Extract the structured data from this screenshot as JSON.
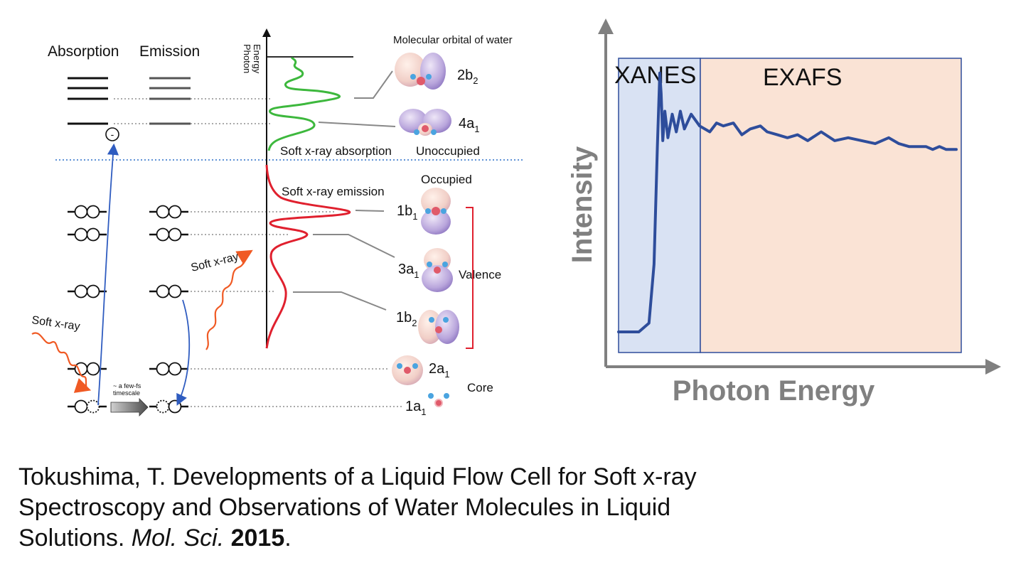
{
  "diagram": {
    "headers": {
      "absorption": "Absorption",
      "emission": "Emission"
    },
    "axis_label_line1": "Photon",
    "axis_label_line2": "Energy",
    "mo_title": "Molecular orbital of water",
    "spectra": {
      "absorption": "Soft x-ray absorption",
      "emission": "Soft x-ray emission"
    },
    "regions": {
      "unoccupied": "Unoccupied",
      "occupied": "Occupied",
      "valence": "Valence",
      "core": "Core"
    },
    "orbitals": [
      {
        "name": "2b",
        "sub": "2"
      },
      {
        "name": "4a",
        "sub": "1"
      },
      {
        "name": "1b",
        "sub": "1"
      },
      {
        "name": "3a",
        "sub": "1"
      },
      {
        "name": "1b",
        "sub": "2"
      },
      {
        "name": "2a",
        "sub": "1"
      },
      {
        "name": "1a",
        "sub": "1"
      }
    ],
    "xray_left": "Soft x-ray",
    "xray_mid": "Soft x-ray",
    "timescale_line1": "~ a few-fs",
    "timescale_line2": "timescale",
    "electron_symbol": "-",
    "colors": {
      "absorption": "#3db83d",
      "emission": "#e0202e",
      "arrow": "#2f5cc0",
      "xray": "#f05a24",
      "fermi": "#2a6fc8"
    }
  },
  "chart_data": {
    "type": "line",
    "xlabel": "Photon Energy",
    "ylabel": "Intensity",
    "regions": [
      {
        "label": "XANES",
        "color": "#d9e2f3"
      },
      {
        "label": "EXAFS",
        "color": "#fae3d5"
      }
    ],
    "line_color": "#2e4d9b",
    "axis_color": "#808080",
    "series": [
      {
        "values": [
          [
            0,
            0.07
          ],
          [
            0.06,
            0.07
          ],
          [
            0.09,
            0.1
          ],
          [
            0.105,
            0.3
          ],
          [
            0.115,
            0.7
          ],
          [
            0.122,
            0.95
          ],
          [
            0.126,
            0.88
          ],
          [
            0.131,
            0.72
          ],
          [
            0.137,
            0.82
          ],
          [
            0.146,
            0.73
          ],
          [
            0.159,
            0.81
          ],
          [
            0.171,
            0.75
          ],
          [
            0.183,
            0.82
          ],
          [
            0.195,
            0.76
          ],
          [
            0.215,
            0.81
          ],
          [
            0.24,
            0.77
          ],
          [
            0.27,
            0.75
          ],
          [
            0.29,
            0.78
          ],
          [
            0.31,
            0.77
          ],
          [
            0.34,
            0.78
          ],
          [
            0.365,
            0.74
          ],
          [
            0.39,
            0.76
          ],
          [
            0.42,
            0.77
          ],
          [
            0.44,
            0.75
          ],
          [
            0.47,
            0.74
          ],
          [
            0.5,
            0.73
          ],
          [
            0.53,
            0.74
          ],
          [
            0.56,
            0.72
          ],
          [
            0.6,
            0.75
          ],
          [
            0.64,
            0.72
          ],
          [
            0.68,
            0.73
          ],
          [
            0.72,
            0.72
          ],
          [
            0.76,
            0.71
          ],
          [
            0.8,
            0.73
          ],
          [
            0.83,
            0.71
          ],
          [
            0.86,
            0.7
          ],
          [
            0.88,
            0.7
          ],
          [
            0.91,
            0.7
          ],
          [
            0.93,
            0.69
          ],
          [
            0.95,
            0.7
          ],
          [
            0.97,
            0.69
          ],
          [
            1.0,
            0.69
          ]
        ]
      }
    ]
  },
  "citation": {
    "text": "Tokushima, T. Developments of a Liquid Flow Cell for Soft x-ray Spectroscopy and Observations of Water Molecules in Liquid Solutions.",
    "journal": "Mol. Sci.",
    "year": "2015",
    "end": "."
  }
}
